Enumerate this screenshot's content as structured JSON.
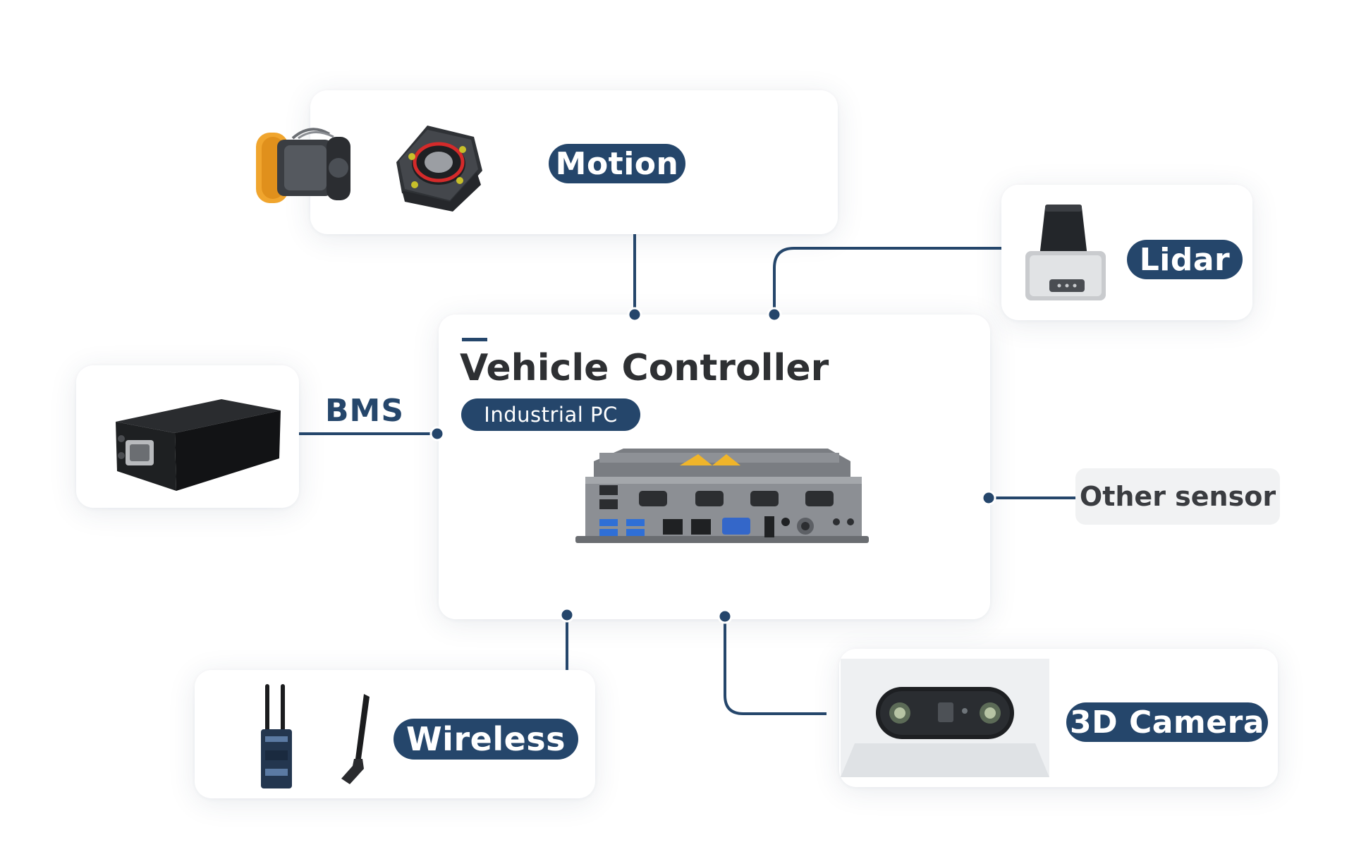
{
  "controller": {
    "title": "Vehicle Controller",
    "badge": "Industrial PC"
  },
  "modules": {
    "motion": {
      "label": "Motion",
      "icons": [
        "drive-wheel-icon",
        "motor-mount-icon"
      ]
    },
    "lidar": {
      "label": "Lidar",
      "icons": [
        "lidar-sensor-icon"
      ]
    },
    "bms": {
      "label": "BMS",
      "icons": [
        "battery-pack-icon"
      ]
    },
    "other_sensor": {
      "label": "Other sensor"
    },
    "wireless": {
      "label": "Wireless",
      "icons": [
        "wireless-router-icon",
        "antenna-icon"
      ]
    },
    "camera_3d": {
      "label": "3D Camera",
      "icons": [
        "stereo-camera-icon"
      ]
    }
  },
  "colors": {
    "accent": "#25466b",
    "title_text": "#2e3033",
    "card_bg": "#ffffff",
    "tag_bg": "#f1f2f3",
    "page_bg": "#ffffff"
  }
}
